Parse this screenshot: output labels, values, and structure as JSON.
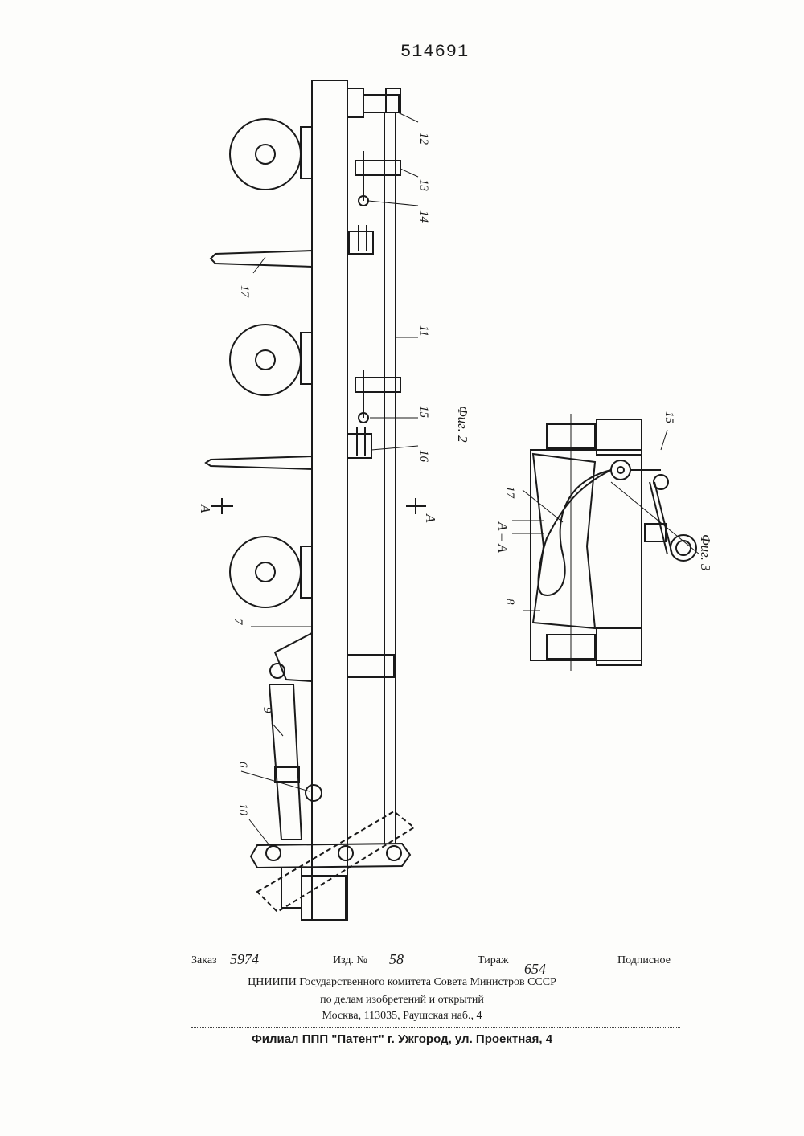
{
  "patent_number": "514691",
  "figure2": {
    "caption": "Фиг. 2",
    "section_mark": "A",
    "labels": [
      "12",
      "13",
      "14",
      "17",
      "11",
      "15",
      "16",
      "7",
      "9",
      "6",
      "10"
    ]
  },
  "figure3": {
    "caption": "Фиг. 3",
    "section_title": "А – А",
    "labels": [
      "15",
      "17",
      "8"
    ]
  },
  "footer": {
    "order_label": "Заказ",
    "order_value": "5974",
    "edition_label": "Изд. №",
    "edition_value": "58",
    "circulation_label": "Тираж",
    "circulation_value": "654",
    "subscription": "Подписное",
    "org_line1": "ЦНИИПИ Государственного комитета Совета Министров СССР",
    "org_line2": "по делам изобретений и открытий",
    "org_line3": "Москва, 113035, Раушская наб., 4",
    "branch": "Филиал ППП \"Патент\" г. Ужгород, ул. Проектная, 4"
  }
}
